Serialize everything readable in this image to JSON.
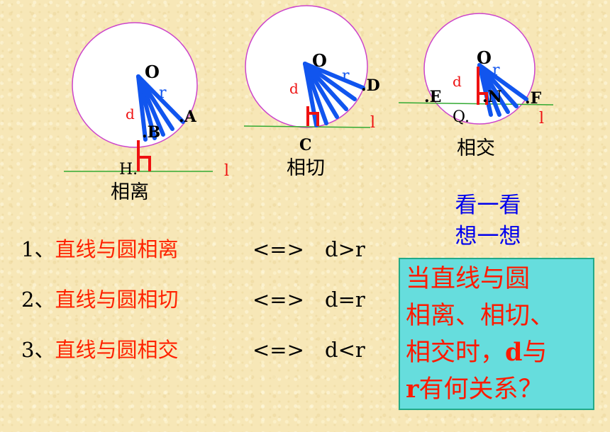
{
  "diagrams": [
    {
      "id": "separate",
      "caption": "相离",
      "labels": {
        "o": "O",
        "r": "r",
        "d": "d",
        "a": ".A",
        "b": ".B",
        "h": "H.",
        "line": "l"
      }
    },
    {
      "id": "tangent",
      "caption": "相切",
      "labels": {
        "o": "O",
        "r": "r",
        "d": "d",
        "dpt": ".D",
        "c": "C",
        "line": "l"
      }
    },
    {
      "id": "intersect",
      "caption": "相交",
      "labels": {
        "o": "O",
        "r": "r",
        "d": "d",
        "e": ".E",
        "n": ".N",
        "f": ".F",
        "q": "Q.",
        "line": "l"
      }
    }
  ],
  "look_think": {
    "line1": "看一看",
    "line2": "想一想"
  },
  "relations": [
    {
      "num": "1、",
      "text": "直线与圆相离",
      "arrow": "<=>",
      "condition": "d>r"
    },
    {
      "num": "2、",
      "text": "直线与圆相切",
      "arrow": "<=>",
      "condition": "d=r"
    },
    {
      "num": "3、",
      "text": "直线与圆相交",
      "arrow": "<=>",
      "condition": "d<r"
    }
  ],
  "question": {
    "line1": "当直线与圆",
    "line2": "相离、相切、",
    "line3a": "相交时，",
    "line3b": "d",
    "line3c": "与",
    "line4a": "r",
    "line4b": "有何关系？"
  },
  "colors": {
    "circle": "#cc44cc",
    "radius": "#1155ee",
    "perpendicular": "#ee1111",
    "line": "#33aa33",
    "accent_text": "#ff2200",
    "box": "#66dddd"
  }
}
